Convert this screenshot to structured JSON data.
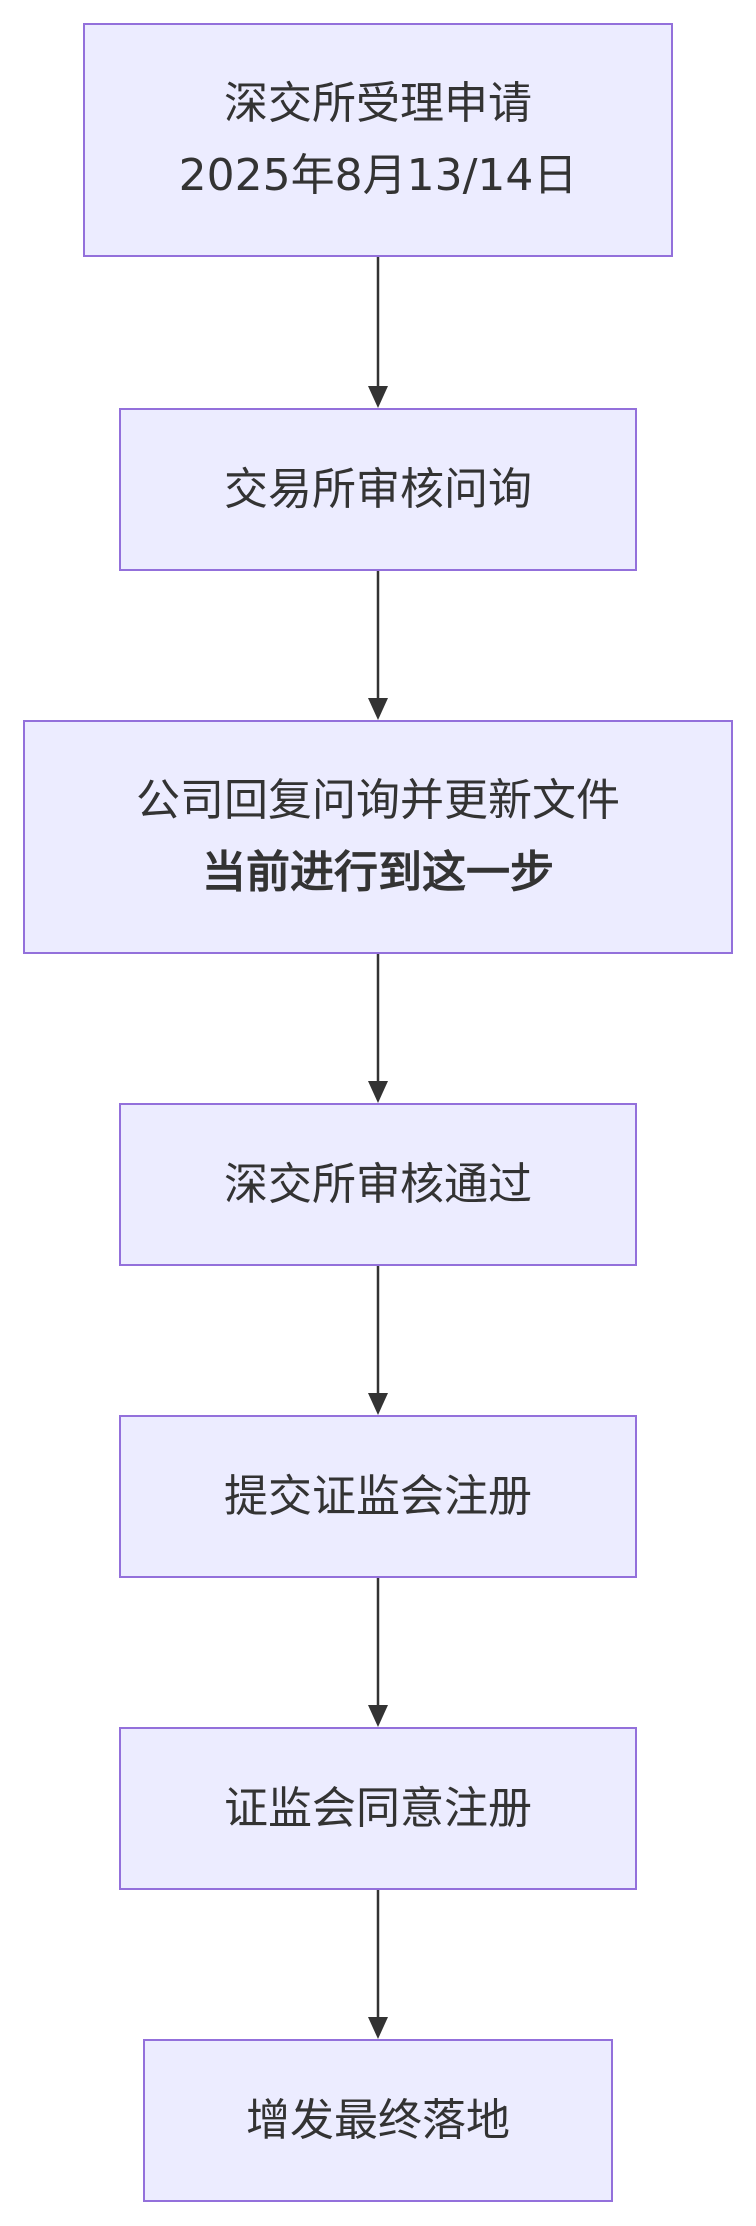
{
  "flowchart": {
    "nodes": [
      {
        "id": "n1",
        "lines": [
          "深交所受理申请",
          "2025年8月13/14日"
        ]
      },
      {
        "id": "n2",
        "lines": [
          "交易所审核问询"
        ]
      },
      {
        "id": "n3",
        "lines": [
          "公司回复问询并更新文件"
        ],
        "emphasis": "当前进行到这一步"
      },
      {
        "id": "n4",
        "lines": [
          "深交所审核通过"
        ]
      },
      {
        "id": "n5",
        "lines": [
          "提交证监会注册"
        ]
      },
      {
        "id": "n6",
        "lines": [
          "证监会同意注册"
        ]
      },
      {
        "id": "n7",
        "lines": [
          "增发最终落地"
        ]
      }
    ],
    "edges": [
      {
        "from": "n1",
        "to": "n2"
      },
      {
        "from": "n2",
        "to": "n3"
      },
      {
        "from": "n3",
        "to": "n4"
      },
      {
        "from": "n4",
        "to": "n5"
      },
      {
        "from": "n5",
        "to": "n6"
      },
      {
        "from": "n6",
        "to": "n7"
      }
    ],
    "colors": {
      "node_fill": "#ECECFF",
      "node_border": "#9370DB",
      "text": "#333333",
      "edge": "#333333"
    }
  }
}
